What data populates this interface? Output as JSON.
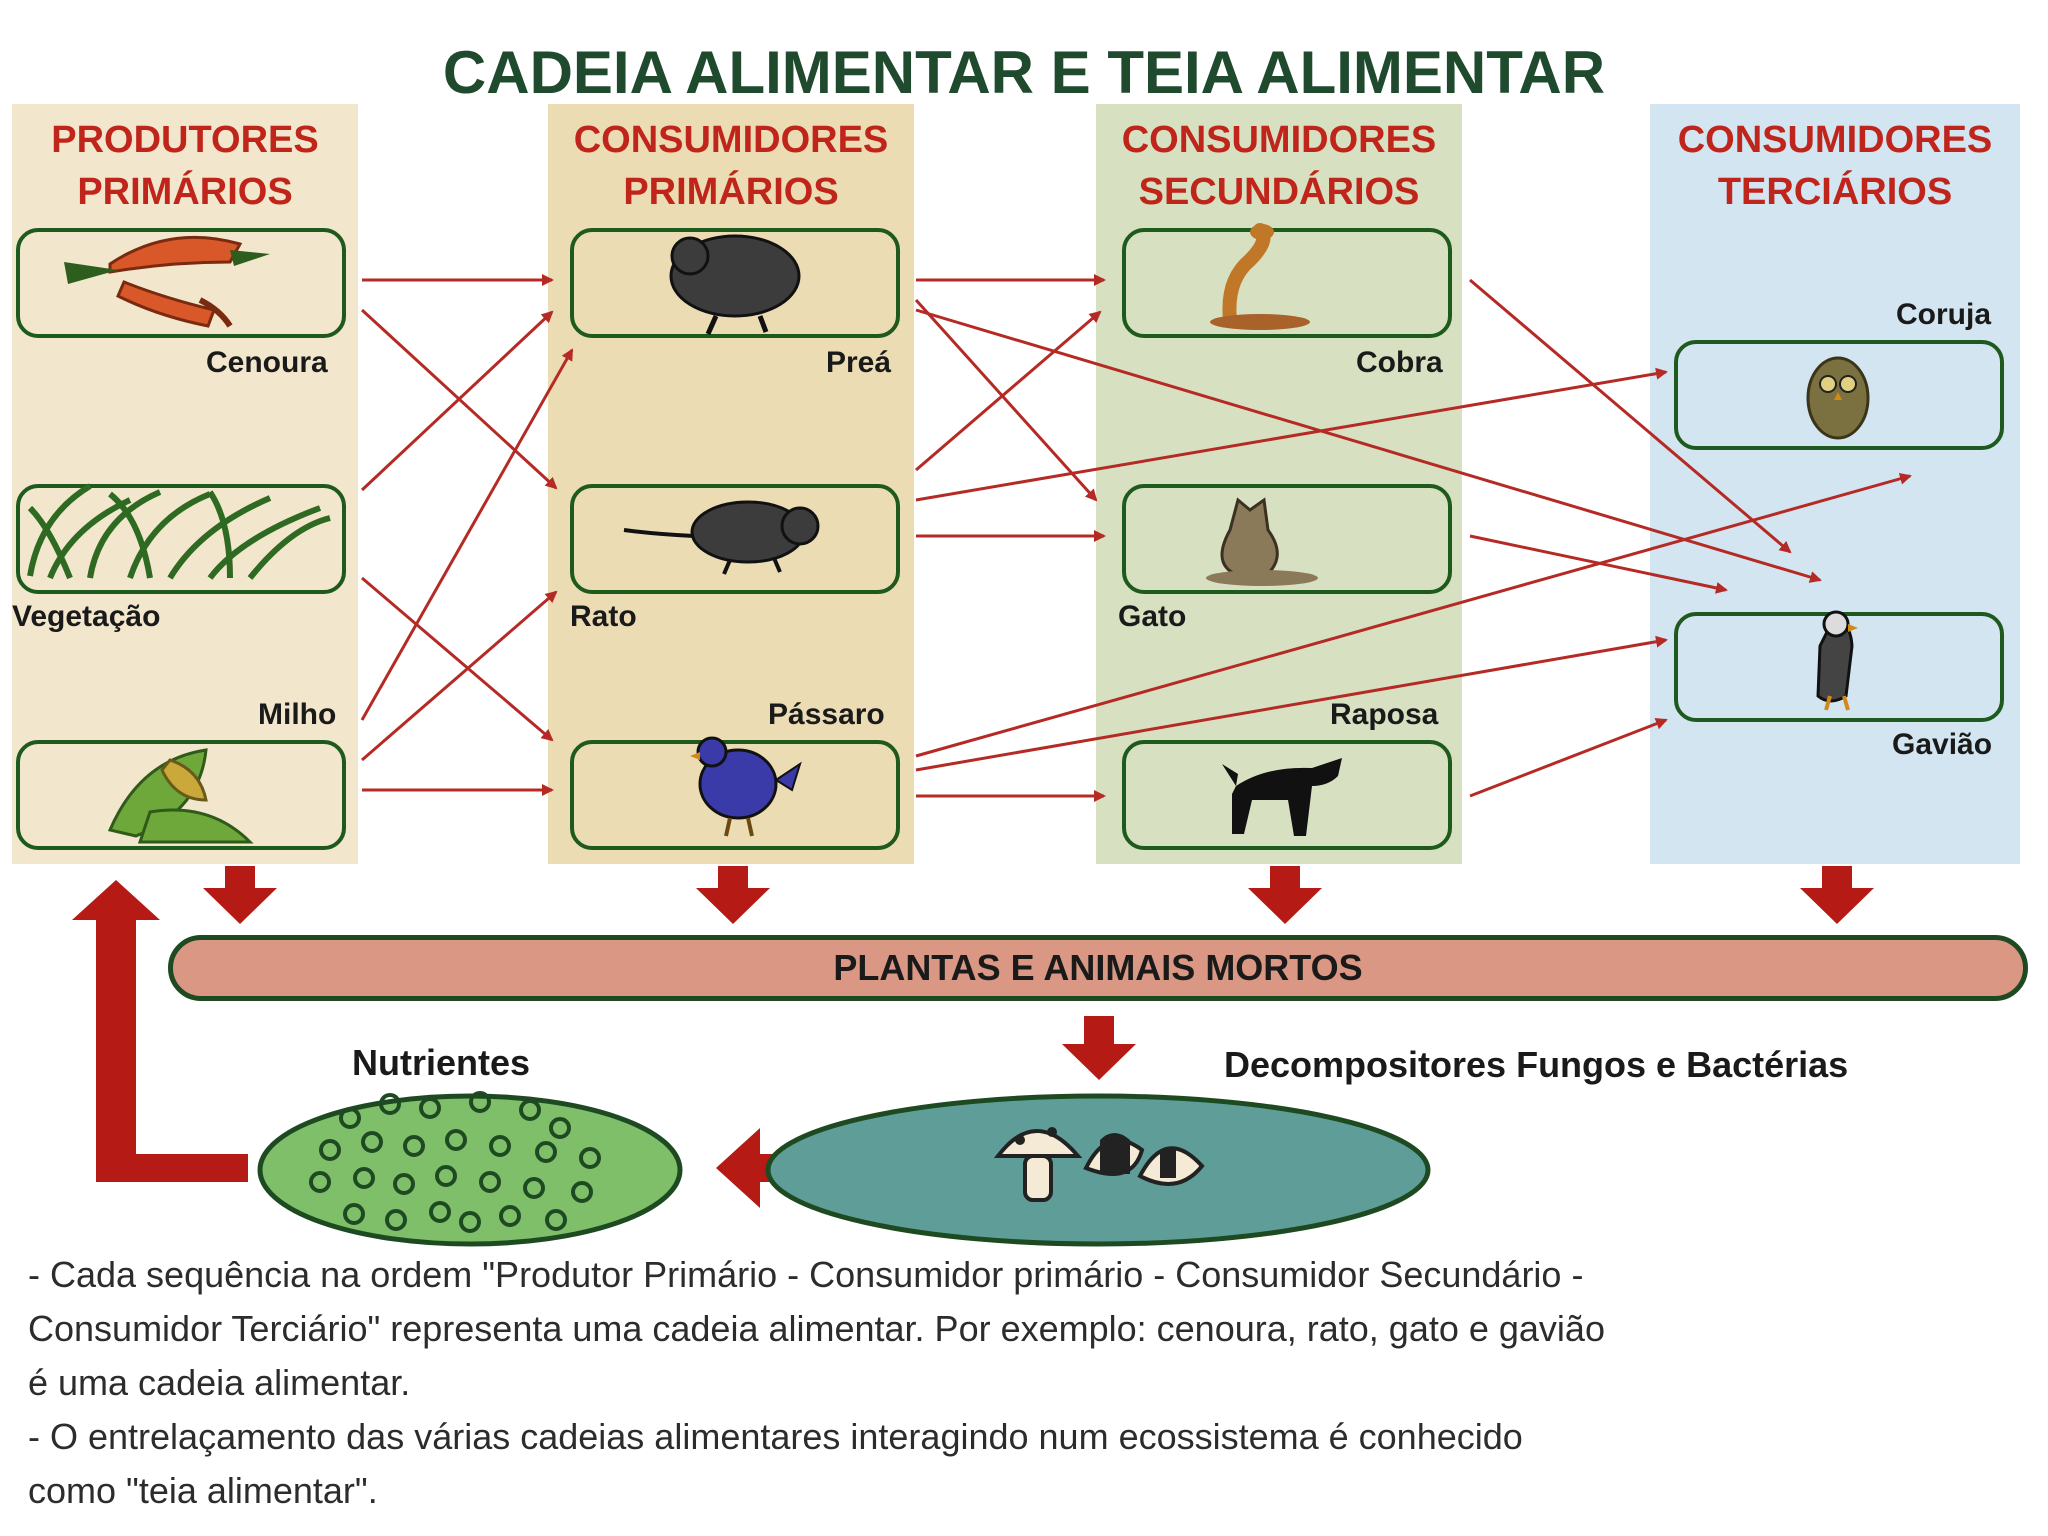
{
  "title": "CADEIA ALIMENTAR E TEIA ALIMENTAR",
  "columns": [
    {
      "title_line1": "PRODUTORES",
      "title_line2": "PRIMÁRIOS",
      "bg": "#f2e6cc"
    },
    {
      "title_line1": "CONSUMIDORES",
      "title_line2": "PRIMÁRIOS",
      "bg": "#ecdcb4"
    },
    {
      "title_line1": "CONSUMIDORES",
      "title_line2": "SECUNDÁRIOS",
      "bg": "#d7e1c1"
    },
    {
      "title_line1": "CONSUMIDORES",
      "title_line2": "TERCIÁRIOS",
      "bg": "#d3e5f1"
    }
  ],
  "organisms": {
    "cenoura": "Cenoura",
    "vegetacao": "Vegetação",
    "milho": "Milho",
    "prea": "Preá",
    "rato": "Rato",
    "passaro": "Pássaro",
    "cobra": "Cobra",
    "gato": "Gato",
    "raposa": "Raposa",
    "coruja": "Coruja",
    "gaviao": "Gavião"
  },
  "dead_bar": "PLANTAS E ANIMAIS MORTOS",
  "nutrients_label": "Nutrientes",
  "decomposers_label": "Decompositores Fungos e Bactérias",
  "notes": {
    "line1": "- Cada sequência na ordem \"Produtor Primário - Consumidor primário - Consumidor Secundário -",
    "line2": "Consumidor Terciário\" representa uma cadeia alimentar. Por exemplo: cenoura, rato, gato e gavião",
    "line3": "é uma cadeia alimentar.",
    "line4": "- O entrelaçamento das várias cadeias alimentares interagindo num ecossistema é conhecido",
    "line5": "como  \"teia alimentar\"."
  },
  "colors": {
    "arrow": "#b52a24",
    "big_arrow": "#b51a14",
    "card_border": "#1e5a1e",
    "nutrients_fill": "#7fbf6a",
    "decomposers_fill": "#5f9e98"
  }
}
